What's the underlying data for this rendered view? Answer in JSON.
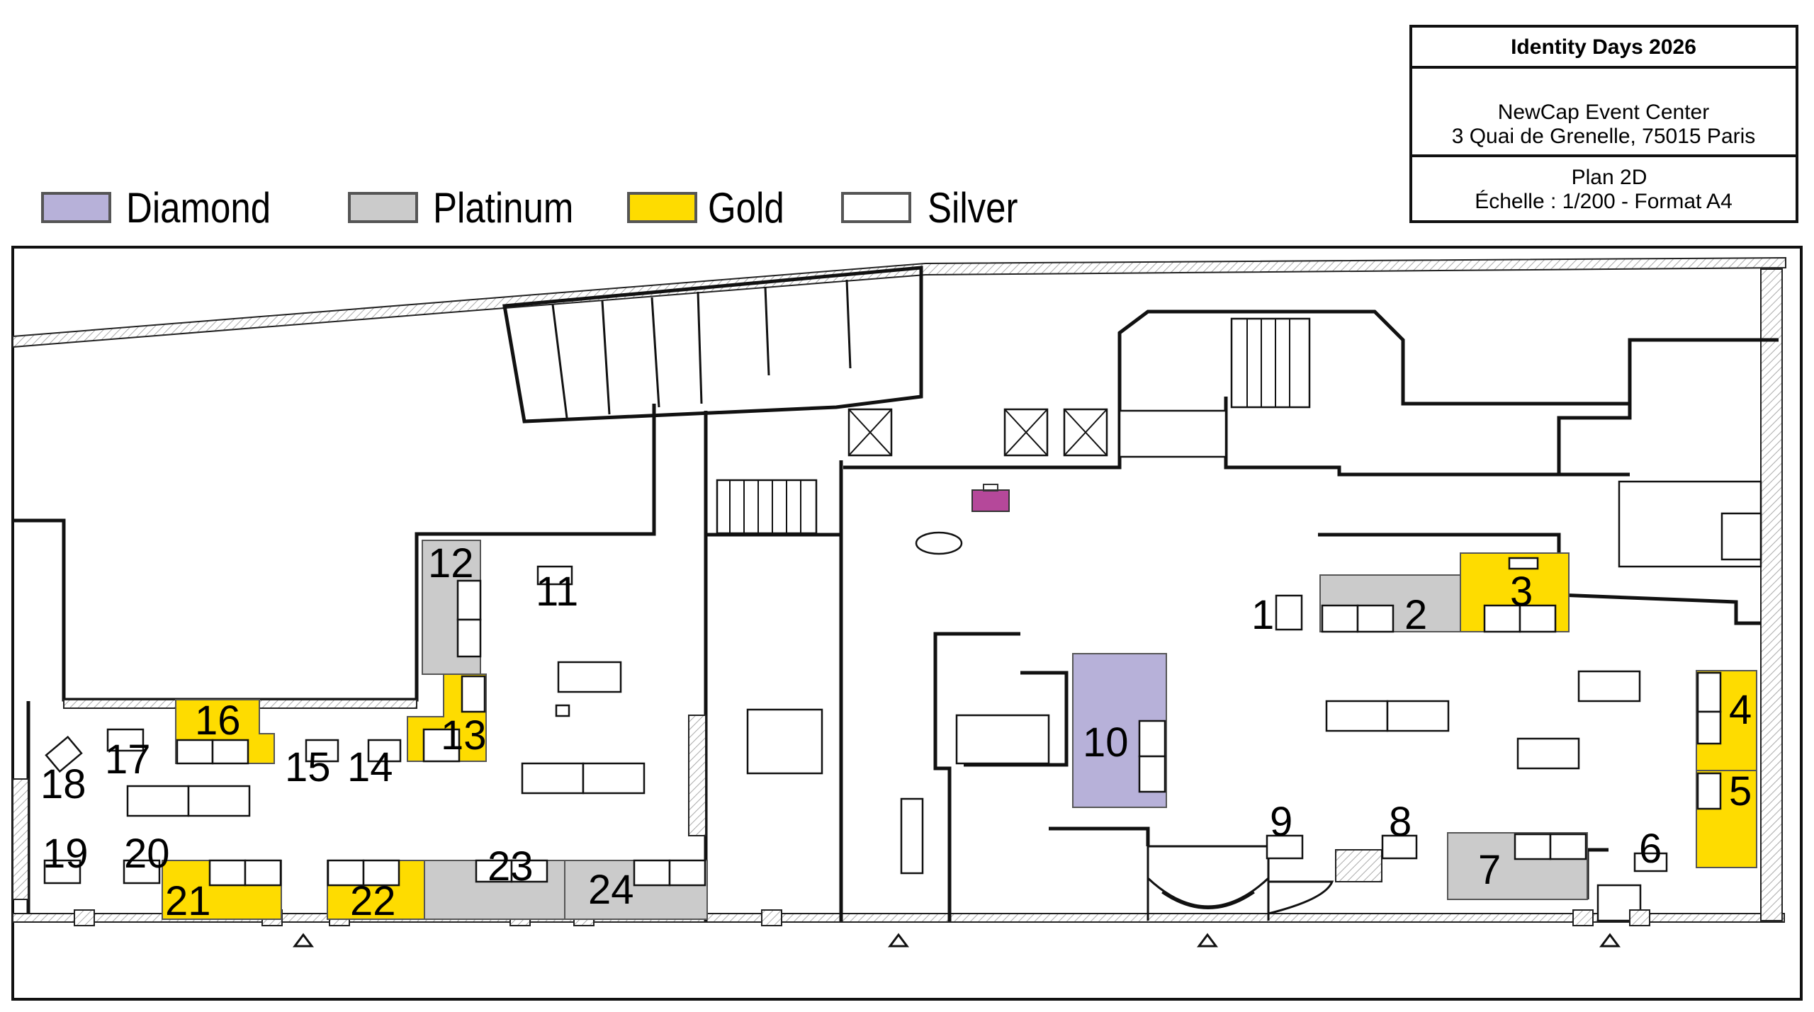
{
  "title_block": {
    "event": "Identity Days 2026",
    "venue": "NewCap Event Center",
    "address": "3 Quai de Grenelle, 75015 Paris",
    "plan_type": "Plan 2D",
    "scale": "Échelle : 1/200 - Format A4"
  },
  "legend": [
    {
      "label": "Diamond",
      "color": "#b7b1d9"
    },
    {
      "label": "Platinum",
      "color": "#cbcbcb"
    },
    {
      "label": "Gold",
      "color": "#fedc00"
    },
    {
      "label": "Silver",
      "color": "#ffffff"
    }
  ],
  "booths": [
    {
      "number": "1",
      "tier": "Silver"
    },
    {
      "number": "2",
      "tier": "Platinum"
    },
    {
      "number": "3",
      "tier": "Gold"
    },
    {
      "number": "4",
      "tier": "Gold"
    },
    {
      "number": "5",
      "tier": "Gold"
    },
    {
      "number": "6",
      "tier": "Silver"
    },
    {
      "number": "7",
      "tier": "Platinum"
    },
    {
      "number": "8",
      "tier": "Silver"
    },
    {
      "number": "9",
      "tier": "Silver"
    },
    {
      "number": "10",
      "tier": "Diamond"
    },
    {
      "number": "11",
      "tier": "Silver"
    },
    {
      "number": "12",
      "tier": "Platinum"
    },
    {
      "number": "13",
      "tier": "Gold"
    },
    {
      "number": "14",
      "tier": "Silver"
    },
    {
      "number": "15",
      "tier": "Silver"
    },
    {
      "number": "16",
      "tier": "Gold"
    },
    {
      "number": "17",
      "tier": "Silver"
    },
    {
      "number": "18",
      "tier": "Silver"
    },
    {
      "number": "19",
      "tier": "Silver"
    },
    {
      "number": "20",
      "tier": "Silver"
    },
    {
      "number": "21",
      "tier": "Gold"
    },
    {
      "number": "22",
      "tier": "Gold"
    },
    {
      "number": "23",
      "tier": "Platinum"
    },
    {
      "number": "24",
      "tier": "Platinum"
    }
  ],
  "markers": {
    "cloakroom_color": "#b5489a"
  }
}
